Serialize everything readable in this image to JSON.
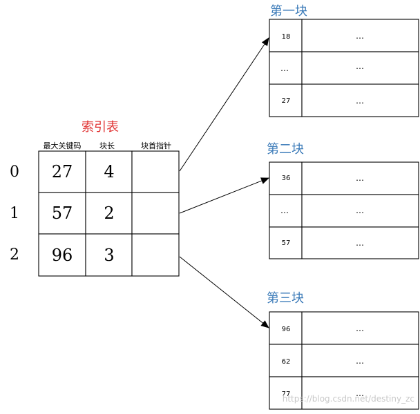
{
  "index_table": {
    "title": "索引表",
    "headers": [
      "最大关键码",
      "块长",
      "块首指针"
    ],
    "rows": [
      {
        "index": "0",
        "max_key": "27",
        "length": "4",
        "pointer": ""
      },
      {
        "index": "1",
        "max_key": "57",
        "length": "2",
        "pointer": ""
      },
      {
        "index": "2",
        "max_key": "96",
        "length": "3",
        "pointer": ""
      }
    ]
  },
  "blocks": [
    {
      "title": "第一块",
      "rows": [
        {
          "key": "18",
          "value": "…"
        },
        {
          "key": "…",
          "value": "…"
        },
        {
          "key": "27",
          "value": "…"
        }
      ]
    },
    {
      "title": "第二块",
      "rows": [
        {
          "key": "36",
          "value": "…"
        },
        {
          "key": "…",
          "value": "…"
        },
        {
          "key": "57",
          "value": "…"
        }
      ]
    },
    {
      "title": "第三块",
      "rows": [
        {
          "key": "96",
          "value": "…"
        },
        {
          "key": "62",
          "value": "…"
        },
        {
          "key": "77",
          "value": "…"
        }
      ]
    }
  ],
  "watermark": "https://blog.csdn.net/destiny_zc",
  "colors": {
    "title": "#e03030",
    "block_title": "#3a7ab8",
    "line": "#000000"
  }
}
